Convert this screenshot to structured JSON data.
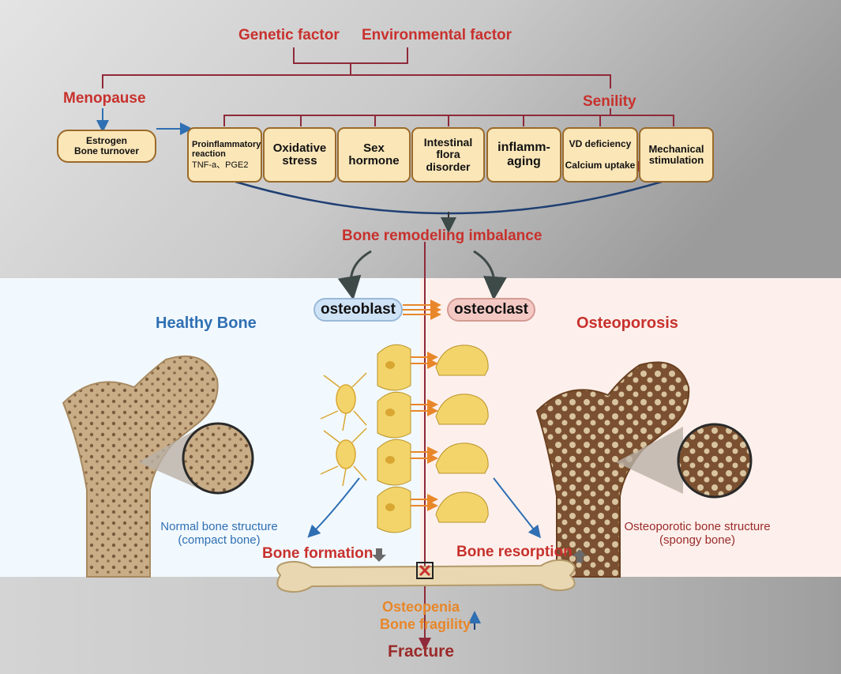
{
  "factors": {
    "genetic": "Genetic factor",
    "environmental": "Environmental factor",
    "menopause": "Menopause",
    "senility": "Senility"
  },
  "estrogen_box": {
    "line1": "Estrogen",
    "line2": "Bone turnover"
  },
  "mechanisms": [
    {
      "l1": "Proinflammatory",
      "l2": "reaction",
      "l3": "TNF-a、PGE2"
    },
    {
      "l1": "Oxidative",
      "l2": "stress",
      "l3": ""
    },
    {
      "l1": "Sex",
      "l2": "hormone",
      "l3": ""
    },
    {
      "l1": "Intestinal",
      "l2": "flora",
      "l3": "disorder"
    },
    {
      "l1": "inflamm-",
      "l2": "aging",
      "l3": ""
    },
    {
      "l1": "VD deficiency",
      "l2": "Calcium uptake",
      "l3": ""
    },
    {
      "l1": "Mechanical",
      "l2": "stimulation",
      "l3": ""
    }
  ],
  "imbalance": "Bone remodeling imbalance",
  "cells": {
    "osteoblast": "osteoblast",
    "osteoclast": "osteoclast"
  },
  "healthy": {
    "title": "Healthy Bone",
    "caption1": "Normal bone structure",
    "caption2": "(compact bone)",
    "formation": "Bone formation"
  },
  "osteoporosis": {
    "title": "Osteoporosis",
    "caption1": "Osteoporotic bone structure",
    "caption2": "(spongy bone)",
    "resorption": "Bone resorption"
  },
  "outcome": {
    "osteopenia": "Osteopenia",
    "fragility": "Bone fragility",
    "fracture": "Fracture"
  },
  "colors": {
    "red_text": "#c8312d",
    "blue_text": "#2f6fb3",
    "orange_text": "#e8872a",
    "box_fill": "#fbe6b8",
    "bone": "#c8b089",
    "healthy_bg": "#f2f9fe",
    "osteo_bg": "#fdf0ec"
  }
}
